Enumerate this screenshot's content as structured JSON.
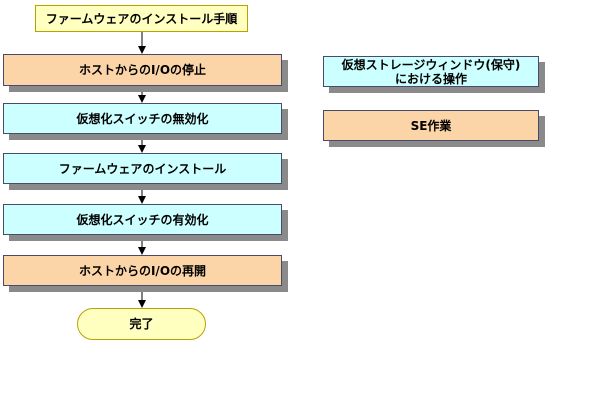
{
  "flow": {
    "start": "ファームウェアのインストール手順",
    "steps": [
      "ホストからのI/Oの停止",
      "仮想化スイッチの無効化",
      "ファームウェアのインストール",
      "仮想化スイッチの有効化",
      "ホストからのI/Oの再開"
    ],
    "end": "完了"
  },
  "legend": {
    "storage_window": "仮想ストレージウィンドウ(保守)\nにおける操作",
    "se_work": "SE作業"
  },
  "colors": {
    "start_fill": "#ffffc0",
    "se_fill": "#fbd5a8",
    "storage_fill": "#ccffff",
    "border": "#4a4a6a",
    "shadow": "#8a8a8a"
  }
}
